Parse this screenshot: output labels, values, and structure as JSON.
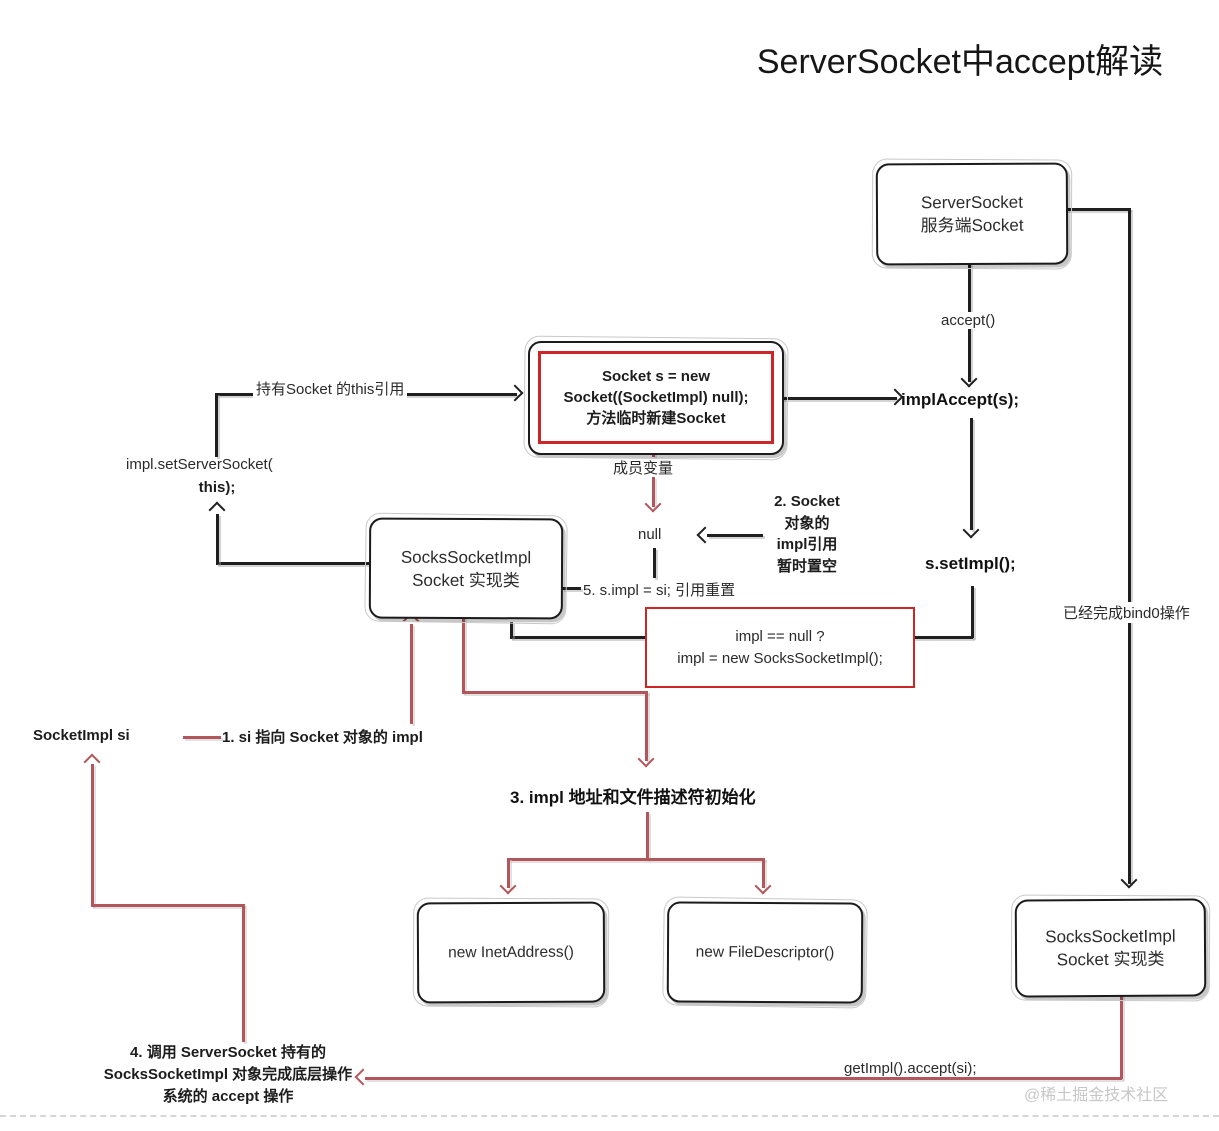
{
  "title": "ServerSocket中accept解读",
  "watermark": "@稀土掘金技术社区",
  "colors": {
    "line_black": "#1f1f1f",
    "line_red": "#b2565b",
    "red_box_border": "#cc2626",
    "watermark_gray": "#c7c7c7",
    "background": "#ffffff"
  },
  "nodes": {
    "server_socket": {
      "line1": "ServerSocket",
      "line2": "服务端Socket"
    },
    "new_socket": {
      "line1": "Socket s = new",
      "line2": "Socket((SocketImpl) null);",
      "line3": "方法临时新建Socket"
    },
    "socks_impl_left": {
      "line1": "SocksSocketImpl",
      "line2": "Socket 实现类"
    },
    "impl_null_check": {
      "line1": "impl == null ?",
      "line2": "impl = new SocksSocketImpl();"
    },
    "new_inet_address": {
      "label": "new InetAddress()"
    },
    "new_file_descriptor": {
      "label": "new FileDescriptor()"
    },
    "socks_impl_right": {
      "line1": "SocksSocketImpl",
      "line2": "Socket 实现类"
    }
  },
  "labels": {
    "accept_call": "accept()",
    "impl_accept": "implAccept(s);",
    "this_ref": "持有Socket 的this引用",
    "set_server_socket_line1": "impl.setServerSocket(",
    "set_server_socket_line2": "this);",
    "member_var": "成员变量",
    "null_value": "null",
    "set_impl": "s.setImpl();",
    "bind0_done": "已经完成bind0操作",
    "socket_impl_si": "SocketImpl si",
    "get_impl_accept": "getImpl().accept(si);"
  },
  "steps": {
    "step1": "1. si 指向 Socket 对象的 impl",
    "step2_line1": "2. Socket",
    "step2_line2": "对象的",
    "step2_line3": "impl引用",
    "step2_line4": "暂时置空",
    "step3": "3. impl 地址和文件描述符初始化",
    "step4_line1": "4. 调用 ServerSocket 持有的",
    "step4_line2": "SocksSocketImpl 对象完成底层操作",
    "step4_line3": "系统的 accept 操作",
    "step5": "5. s.impl = si; 引用重置"
  }
}
